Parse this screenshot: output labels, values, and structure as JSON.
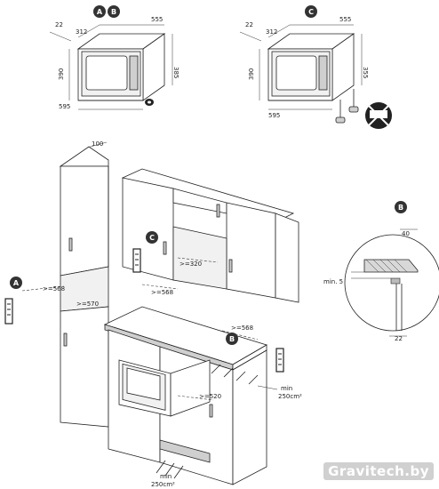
{
  "badges": {
    "a": "A",
    "b": "B",
    "c": "C"
  },
  "top_left": {
    "d_22": "22",
    "d_312": "312",
    "d_555": "555",
    "d_390": "390",
    "d_385": "385",
    "d_595": "595"
  },
  "top_right": {
    "d_22": "22",
    "d_312": "312",
    "d_555": "555",
    "d_390": "390",
    "d_355": "355",
    "d_595": "595"
  },
  "kitchen": {
    "d_100": "100",
    "d_320": ">=320",
    "d_568_c": ">=568",
    "d_568_a": ">=568",
    "d_570": ">=570",
    "d_568_b": ">=568",
    "d_520": ">=520",
    "vent_top": "min\n250cm²",
    "vent_top_l1": "min",
    "vent_top_l2": "250cm²",
    "vent_bottom_l1": "min",
    "vent_bottom_l2": "250cm²"
  },
  "detail_b": {
    "d_40": "40",
    "d_min5": "min. 5",
    "d_22": "22"
  },
  "watermark": "Gravitech.by",
  "colors": {
    "badge": "#333333",
    "line": "#222222",
    "fill_grey": "#cfcfcf"
  }
}
